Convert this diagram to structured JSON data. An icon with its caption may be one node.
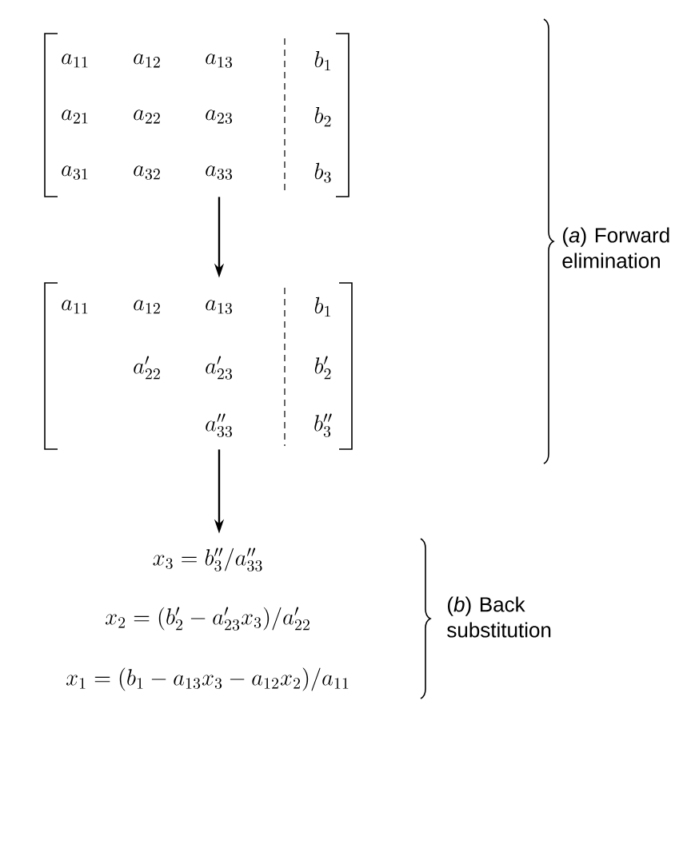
{
  "diagram": {
    "nodes": [
      {
        "text": [
          "a_{11}",
          "a_{12}",
          "a_{13}",
          "b_1",
          "a_{21}",
          "a_{22}",
          "a_{23}",
          "b_2",
          "a_{31}",
          "a_{32}",
          "a_{33}",
          "b_3"
        ]
      },
      {
        "text": [
          "a_{11}",
          "a_{12}",
          "a_{13}",
          "b_1",
          "a'_{22}",
          "a'_{23}",
          "b'_2",
          "a''_{33}",
          "b''_3"
        ]
      },
      {
        "text": [
          "x_3 = b''_3/a''_{33}",
          "x_2 = (b'_2 - a'_{23}x_3)/a'_{22}",
          "x_1 = (b_1 - a_{13}x_3 - a_{12}x_2)/a_{11}"
        ]
      }
    ],
    "edges": [
      {
        "from": 0,
        "to": 1,
        "arrow": "to"
      },
      {
        "from": 1,
        "to": 2,
        "arrow": "to"
      }
    ],
    "labels": [
      "(*a*) Forward elimination",
      "(*b*) Back substitution"
    ]
  }
}
